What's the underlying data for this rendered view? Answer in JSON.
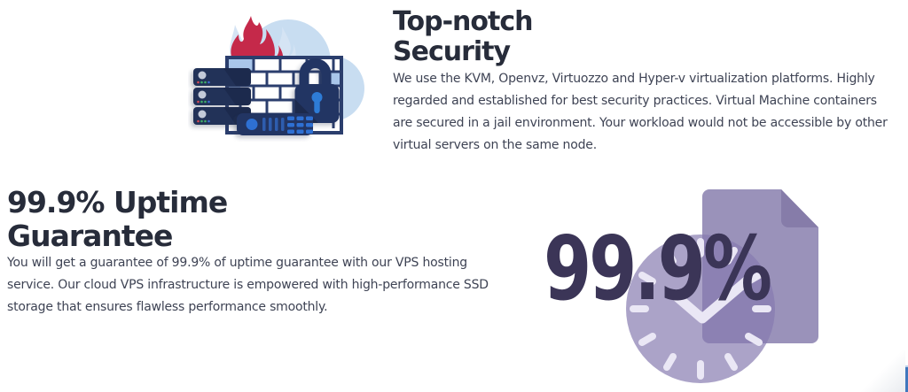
{
  "page": {
    "background": "#ffffff",
    "description": "VPS hosting features section"
  },
  "palette": {
    "heading_text": "#272c3a",
    "body_text": "#3e4354",
    "illustration_navy": "#243463",
    "illustration_navy_dark": "#1c2a4e",
    "illustration_blue": "#2d6fd3",
    "flame_red": "#c5294a",
    "cloud_blue": "#c8ddf1",
    "brick_blue": "#a9c6ea",
    "wall_outline": "#2b3e6d",
    "document_purple": "#9a92ba",
    "document_fold_purple": "#867ca9",
    "clock_purple": "#857aaf",
    "tick_lavender": "#eae7f5",
    "percent_text": "#3b3557",
    "scrollbar_blue": "#4077bd"
  },
  "security_section": {
    "title_lines": [
      "Top-notch",
      "Security"
    ],
    "body_lines": [
      "We use the KVM, Openvz, Virtuozzo and Hyper-v virtualization platforms. Highly",
      "regarded and established for best security practices. Virtual Machine containers",
      "are secured in a jail environment. Your workload would not be accessible by other",
      "virtual servers on the same node."
    ],
    "illustration": {
      "name": "firewall-security-illustration",
      "icons": [
        "cloud",
        "flames",
        "firewall-brick-wall",
        "server-rack",
        "padlock",
        "control-panel"
      ]
    }
  },
  "uptime_section": {
    "title_lines": [
      "99.9% Uptime",
      "Guarantee"
    ],
    "body_lines": [
      "You will get a guarantee of 99.9% of uptime guarantee with our VPS hosting",
      "service. Our cloud VPS infrastructure is empowered with high-performance SSD",
      "storage that ensures flawless performance smoothly."
    ],
    "illustration": {
      "name": "uptime-clock-illustration",
      "percent_label": "99.9%",
      "icons": [
        "document",
        "clock"
      ]
    }
  }
}
